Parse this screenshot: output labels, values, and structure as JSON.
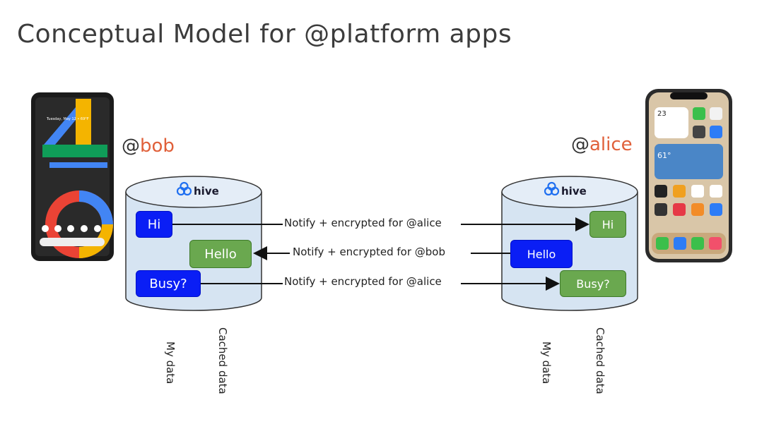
{
  "title": "Conceptual Model for @platform apps",
  "left": {
    "handle_at": "@",
    "handle_name": "bob",
    "db_brand": "hive",
    "my_data_label": "My data",
    "cached_data_label": "Cached data",
    "messages": [
      "Hi",
      "Hello",
      "Busy?"
    ]
  },
  "right": {
    "handle_at": "@",
    "handle_name": "alice",
    "db_brand": "hive",
    "my_data_label": "My data",
    "cached_data_label": "Cached data",
    "messages": [
      "Hi",
      "Hello",
      "Busy?"
    ]
  },
  "arrows": [
    {
      "label": "Notify + encrypted for @alice",
      "direction": "right"
    },
    {
      "label": "Notify + encrypted for @bob",
      "direction": "left"
    },
    {
      "label": "Notify + encrypted for @alice",
      "direction": "right"
    }
  ],
  "android_phone": {
    "date_text": "Tuesday, May 12 • 69°F"
  },
  "iphone": {
    "calendar_day": "23",
    "weather_temp": "61°"
  },
  "colors": {
    "handle_accent": "#e0603a",
    "my_message": "#0a1ef5",
    "cached_message": "#6aa84f",
    "cylinder_fill": "#d6e4f2",
    "hive_blue": "#1f6ff0"
  }
}
